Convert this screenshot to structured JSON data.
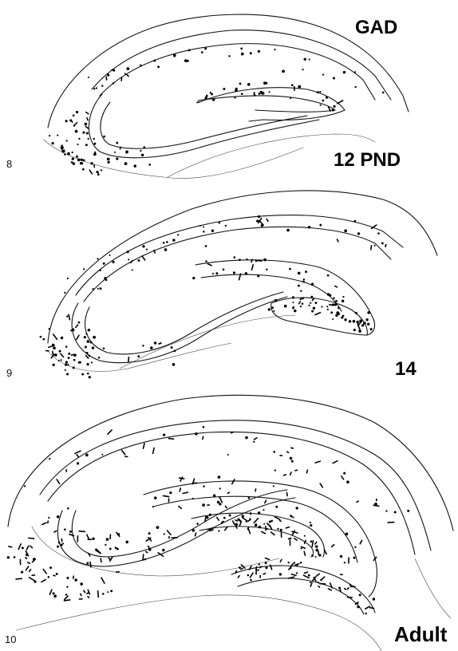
{
  "figure": {
    "panels": [
      {
        "number": "8",
        "label": "12 PND",
        "stain": "GAD"
      },
      {
        "number": "9",
        "label": "14"
      },
      {
        "number": "10",
        "label": "Adult"
      }
    ]
  }
}
